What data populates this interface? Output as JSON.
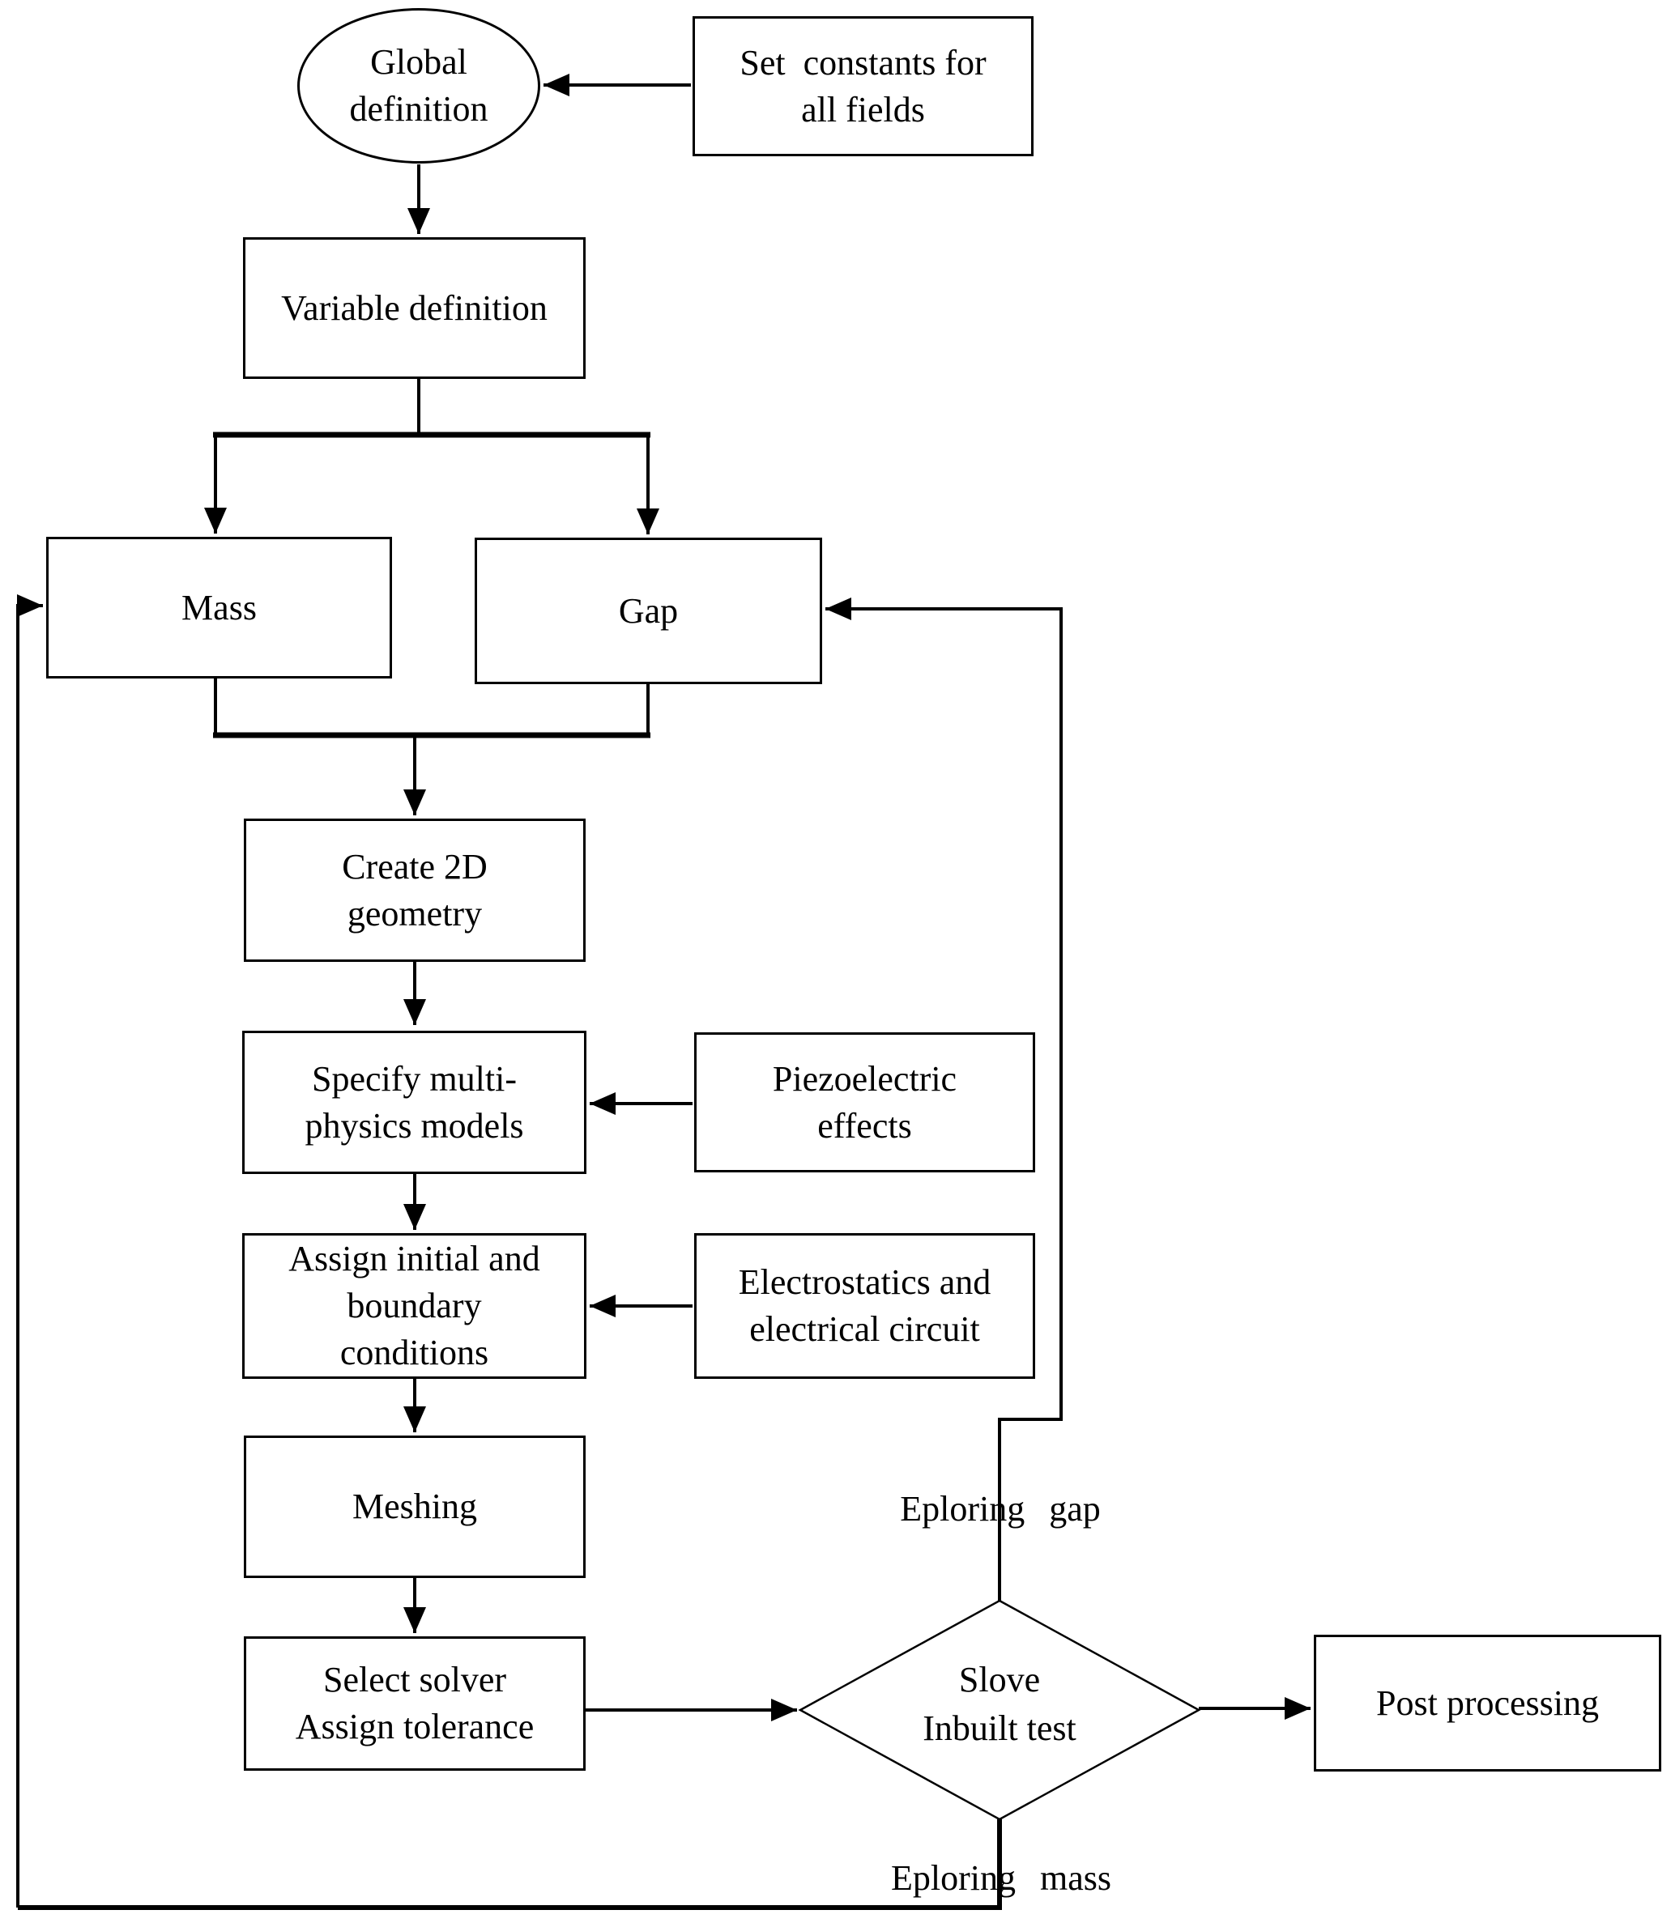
{
  "nodes": {
    "global_definition": {
      "lines": [
        "Global",
        "definition"
      ]
    },
    "set_constants": {
      "lines": [
        "Set  constants for",
        "all fields"
      ]
    },
    "variable_definition": {
      "lines": [
        "Variable definition"
      ]
    },
    "mass": {
      "lines": [
        "Mass"
      ]
    },
    "gap": {
      "lines": [
        "Gap"
      ]
    },
    "create_2d_geometry": {
      "lines": [
        "Create 2D",
        "geometry"
      ]
    },
    "specify_multiphysics": {
      "lines": [
        "Specify multi-",
        "physics models"
      ]
    },
    "piezoelectric_effects": {
      "lines": [
        "Piezoelectric",
        "effects"
      ]
    },
    "assign_conditions": {
      "lines": [
        "Assign initial and",
        "boundary",
        "conditions"
      ]
    },
    "electrostatics_circuit": {
      "lines": [
        "Electrostatics and",
        "electrical circuit"
      ]
    },
    "meshing": {
      "lines": [
        "Meshing"
      ]
    },
    "select_solver": {
      "lines": [
        "Select solver",
        "Assign tolerance"
      ]
    },
    "solve_inbuilt_test": {
      "lines": [
        "Slove",
        "Inbuilt test"
      ]
    },
    "post_processing": {
      "lines": [
        "Post processing"
      ]
    }
  },
  "edge_labels": {
    "exploring_gap": {
      "words": [
        "Eploring",
        "gap"
      ]
    },
    "exploring_mass": {
      "words": [
        "Eploring",
        "mass"
      ]
    }
  },
  "colors": {
    "line": "#000000",
    "text": "#000000",
    "background": "#ffffff"
  }
}
